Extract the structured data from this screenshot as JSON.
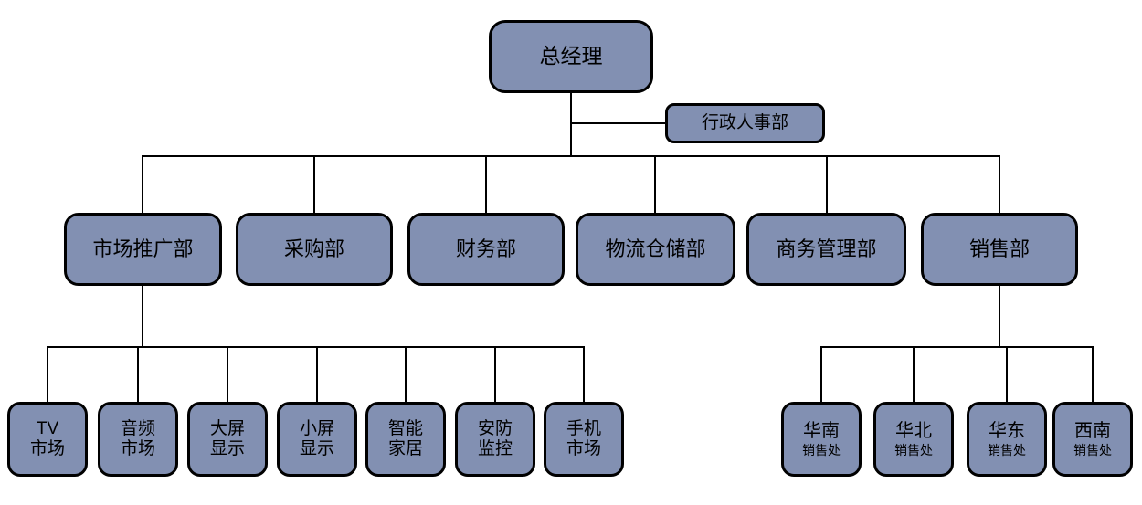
{
  "diagram": {
    "type": "org-chart",
    "colors": {
      "background": "#ffffff",
      "node_fill": "#8290b2",
      "node_border": "#000000",
      "line_color": "#000000",
      "text": "#000000"
    },
    "root": {
      "label": "总经理"
    },
    "staff": {
      "label": "行政人事部"
    },
    "departments": [
      {
        "label": "市场推广部"
      },
      {
        "label": "采购部"
      },
      {
        "label": "财务部"
      },
      {
        "label": "物流仓储部"
      },
      {
        "label": "商务管理部"
      },
      {
        "label": "销售部"
      }
    ],
    "marketing_children": [
      {
        "line1": "TV",
        "line2": "市场"
      },
      {
        "line1": "音频",
        "line2": "市场"
      },
      {
        "line1": "大屏",
        "line2": "显示"
      },
      {
        "line1": "小屏",
        "line2": "显示"
      },
      {
        "line1": "智能",
        "line2": "家居"
      },
      {
        "line1": "安防",
        "line2": "监控"
      },
      {
        "line1": "手机",
        "line2": "市场"
      }
    ],
    "sales_children": [
      {
        "line1": "华南",
        "line2": "销售处"
      },
      {
        "line1": "华北",
        "line2": "销售处"
      },
      {
        "line1": "华东",
        "line2": "销售处"
      },
      {
        "line1": "西南",
        "line2": "销售处"
      }
    ]
  }
}
